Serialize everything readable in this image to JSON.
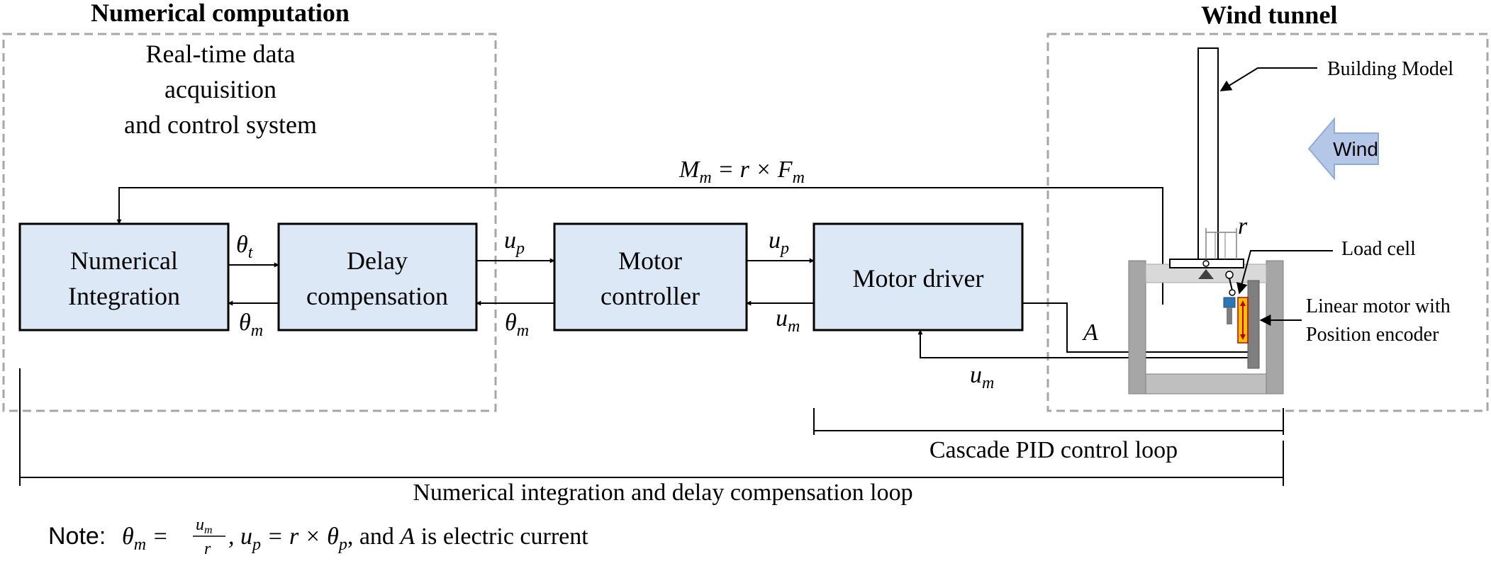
{
  "headers": {
    "numerical": "Numerical  computation",
    "wind": "Wind tunnel"
  },
  "realtime": {
    "line1": "Real-time data",
    "line2": "acquisition",
    "line3": "and control system"
  },
  "blocks": {
    "integration": {
      "line1": "Numerical",
      "line2": "Integration"
    },
    "delay": {
      "line1": "Delay",
      "line2": "compensation"
    },
    "controller": {
      "line1": "Motor",
      "line2": "controller"
    },
    "driver": {
      "line1": "Motor  driver"
    }
  },
  "signals": {
    "theta": "θ",
    "sub_t": "t",
    "sub_m": "m",
    "sub_p": "p",
    "u": "u",
    "A": "A",
    "r": "r",
    "M": "M",
    "eq_rest": " = r × F"
  },
  "labels": {
    "building_model": "Building Model",
    "wind": "Wind",
    "load_cell": "Load  cell",
    "linear_motor": "Linear motor with",
    "position_encoder": "Position  encoder"
  },
  "loops": {
    "cascade": "Cascade PID control loop",
    "integration": "Numerical integration and delay compensation loop"
  },
  "note": {
    "prefix": "Note: ",
    "theta": "θ",
    "sub_m": "m",
    "eq": " = ",
    "frac_num_u": "u",
    "frac_num_sub": "m",
    "frac_den": "r",
    "part2": ", u",
    "sub_p": "p",
    "part3": " = r × θ",
    "part4": ", and ",
    "A": "A",
    "part5": " is electric current"
  }
}
